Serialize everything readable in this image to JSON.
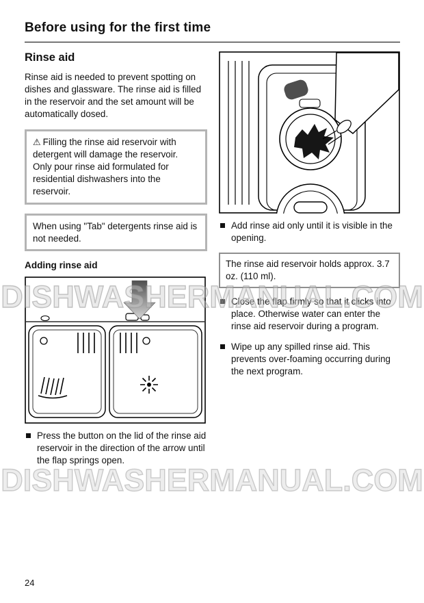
{
  "header": {
    "title": "Before using for the first time"
  },
  "watermark": {
    "text": "DISHWASHERMANUAL.COM"
  },
  "footer": {
    "page_number": "24"
  },
  "rinse_aid": {
    "section_title": "Rinse aid",
    "intro": "Rinse aid is needed to prevent spotting on dishes and glassware. The rinse aid is filled in the reservoir and the set amount will be automatically dosed.",
    "warning_icon": "⚠",
    "warning_text": "Filling the rinse aid reservoir with detergent will damage the reservoir. Only pour rinse aid formulated for residential dishwashers into the reservoir.",
    "tab_note": "When using \"Tab\" detergents rinse aid is not needed.",
    "adding_title": "Adding rinse aid",
    "steps": {
      "press": "Press the button on the lid of the rinse aid reservoir in the direction of the arrow until the flap springs open.",
      "add": "Add rinse aid only until it is visible in the opening.",
      "close": "Close the flap firmly so that it clicks into place. Otherwise water can enter the rinse aid reservoir during a program.",
      "wipe": "Wipe up any spilled rinse aid. This prevents over-foaming occurring during the next program."
    },
    "capacity_note": "The rinse aid reservoir holds approx. 3.7 oz. (110 ml)."
  }
}
